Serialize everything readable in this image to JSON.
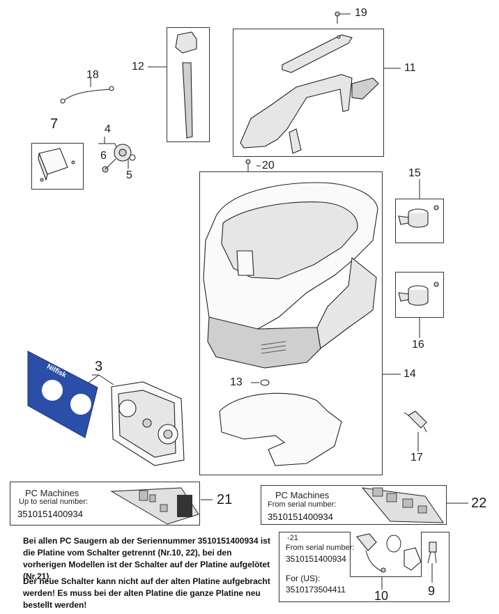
{
  "callouts": {
    "n19": "19",
    "n12": "12",
    "n11": "11",
    "n18": "18",
    "n7": "7",
    "n4": "4",
    "n6": "6",
    "n5": "5",
    "n20": "20",
    "n15": "15",
    "n16": "16",
    "n3": "3",
    "n13": "13",
    "n14": "14",
    "n17": "17",
    "n21": "21",
    "n22": "22",
    "n10": "10",
    "n9": "9"
  },
  "box21": {
    "title": "PC Machines",
    "sub": "Up to serial number:",
    "serial": "3510151400934"
  },
  "box22": {
    "title": "PC Machines",
    "sub": "From serial number:",
    "serial": "3510151400934"
  },
  "box10": {
    "prefix": "-21",
    "sub": "From serial number:",
    "serial": "3510151400934",
    "us_label": "For (US):",
    "us_serial": "3510173504411"
  },
  "gasket_brand": "Nilfisk",
  "notes": {
    "para1": "Bei allen PC Saugern ab der Seriennummer 3510151400934 ist die Platine vom Schalter getrennt (Nr.10, 22), bei den vorherigen Modellen ist der Schalter auf der Platine aufgelötet (Nr.21).",
    "para2": "Der neue Schalter kann nicht auf der alten Platine aufgebracht werden! Es muss bei der alten Platine die ganze Platine neu bestellt werden!"
  }
}
